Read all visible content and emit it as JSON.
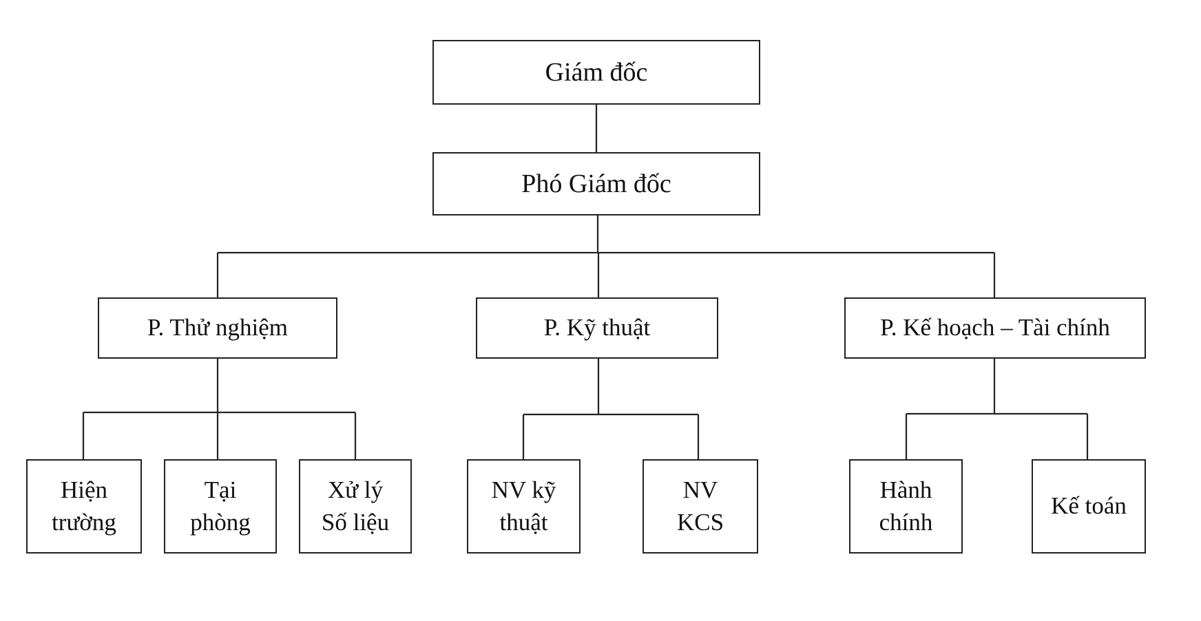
{
  "chart": {
    "director": "Giám đốc",
    "deputy_director": "Phó Giám đốc",
    "departments": [
      {
        "name": "P. Thử nghiệm",
        "units": [
          [
            "Hiện",
            "trường"
          ],
          [
            "Tại",
            "phòng"
          ],
          [
            "Xử lý",
            "Số liệu"
          ]
        ]
      },
      {
        "name": "P. Kỹ thuật",
        "units": [
          [
            "NV kỹ",
            "thuật"
          ],
          [
            "NV",
            "KCS"
          ]
        ]
      },
      {
        "name": "P. Kế hoạch – Tài chính",
        "units": [
          [
            "Hành",
            "chính"
          ],
          [
            "Kế toán"
          ]
        ]
      }
    ]
  }
}
